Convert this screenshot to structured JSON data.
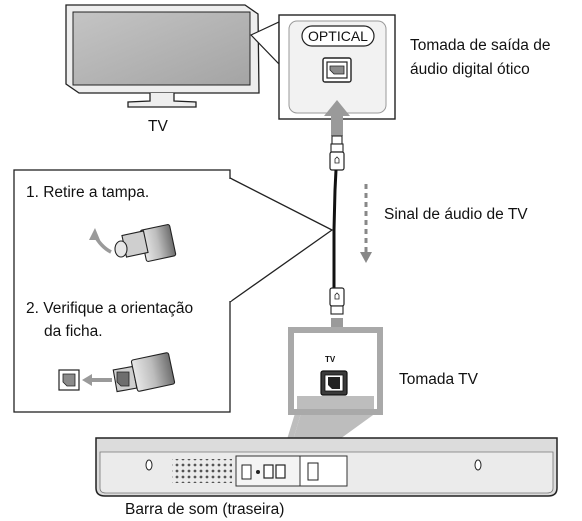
{
  "tv": {
    "label": "TV",
    "port_badge": "OPTICAL",
    "port_caption_line1": "Tomada de saída de",
    "port_caption_line2": "áudio digital ótico"
  },
  "instructions": {
    "step1": "1. Retire a tampa.",
    "step2_line1": "2. Verifique a orientação",
    "step2_line2": "da ficha."
  },
  "signal": {
    "label": "Sinal de áudio de TV"
  },
  "soundbar": {
    "jack_tag": "TV",
    "jack_caption": "Tomada TV",
    "caption": "Barra de som (traseira)"
  },
  "colors": {
    "line": "#222222",
    "callout_gray": "#a9a9a9",
    "arrow_gray": "#9a9a9a",
    "screen_gray": "#b3b3b3"
  }
}
